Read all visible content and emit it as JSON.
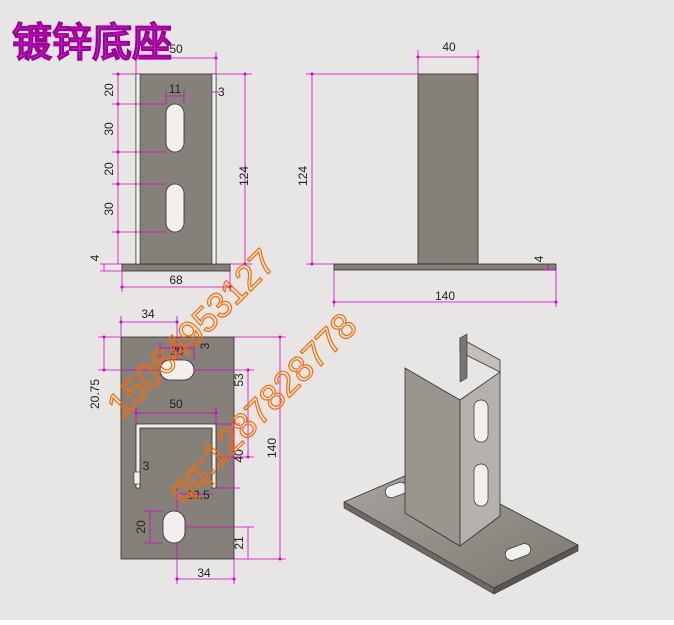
{
  "title": "镀锌底座",
  "colors": {
    "background": "#e8e6e4",
    "part_fill": "#86807a",
    "part_edge": "#2a2a2a",
    "dimension": "#d400c8",
    "title_fill": "#ee22ee",
    "watermark": "#ff6a00"
  },
  "front_view": {
    "dims": {
      "top_width": "50",
      "slot_width": "11",
      "thickness": "3",
      "gap_top": "20",
      "slot_1_len": "30",
      "slot_gap": "20",
      "slot_2_len": "30",
      "total_height": "124",
      "base_thickness": "4",
      "base_width": "68"
    }
  },
  "side_view": {
    "dims": {
      "top_width": "40",
      "total_height": "124",
      "base_thickness": "4",
      "base_length": "140"
    }
  },
  "top_view": {
    "dims": {
      "hole_offset": "34",
      "hole_width_20": "20",
      "hole_3": "3",
      "hole_edge": "20.75",
      "channel_width": "50",
      "hole_to_channel": "53",
      "channel_depth": "40",
      "total_length": "140",
      "wall_3": "3",
      "offset_13_5": "13.5",
      "bottom_hole_20": "20",
      "bottom_edge": "21",
      "bottom_offset": "34"
    }
  },
  "watermark": {
    "phone": "15064953127",
    "qq": "qq:1287828778"
  }
}
